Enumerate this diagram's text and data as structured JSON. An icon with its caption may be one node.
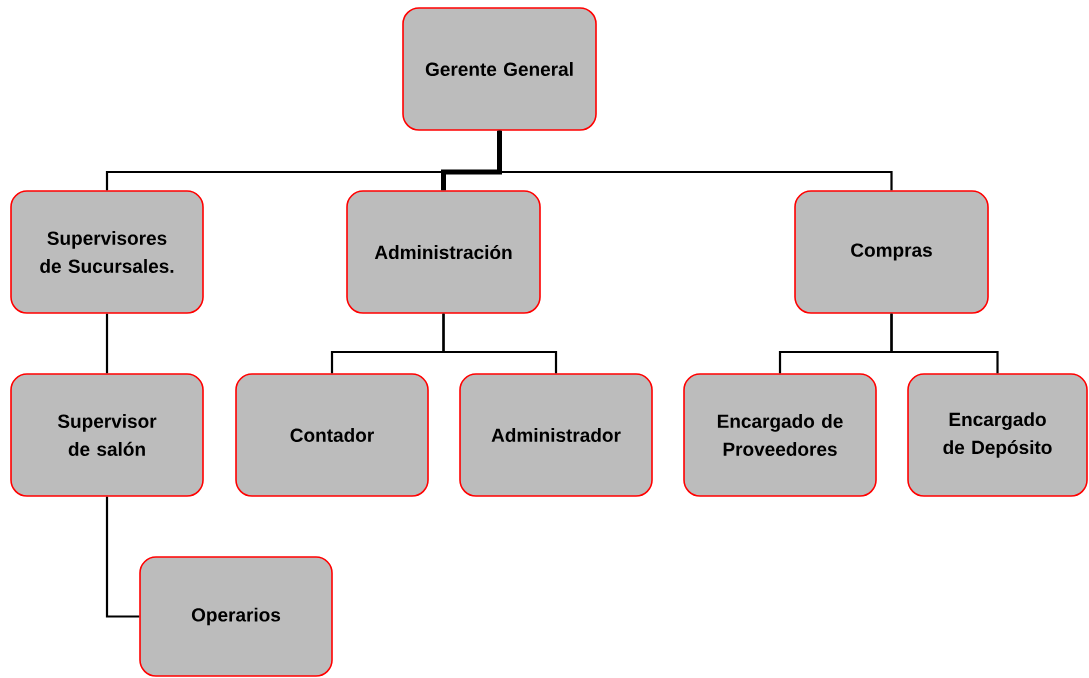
{
  "diagram": {
    "nodes": [
      {
        "text": [
          "Gerente General"
        ]
      },
      {
        "text": [
          "Supervisores de Sucursales."
        ]
      },
      {
        "text": [
          "Administración"
        ]
      },
      {
        "text": [
          "Compras"
        ]
      },
      {
        "text": [
          "Supervisor de salón"
        ]
      },
      {
        "text": [
          "Contador"
        ]
      },
      {
        "text": [
          "Administrador"
        ]
      },
      {
        "text": [
          "Encargado de Proveedores"
        ]
      },
      {
        "text": [
          "Encargado de Depósito"
        ]
      },
      {
        "text": [
          "Operarios"
        ]
      }
    ],
    "edges": [
      {
        "from": 0,
        "to": 1,
        "arrow": "none"
      },
      {
        "from": 0,
        "to": 2,
        "arrow": "none",
        "style": "thick"
      },
      {
        "from": 0,
        "to": 3,
        "arrow": "none"
      },
      {
        "from": 1,
        "to": 4,
        "arrow": "none"
      },
      {
        "from": 2,
        "to": 5,
        "arrow": "none"
      },
      {
        "from": 2,
        "to": 6,
        "arrow": "none"
      },
      {
        "from": 3,
        "to": 7,
        "arrow": "none"
      },
      {
        "from": 3,
        "to": 8,
        "arrow": "none"
      },
      {
        "from": 4,
        "to": 9,
        "arrow": "none"
      }
    ]
  }
}
